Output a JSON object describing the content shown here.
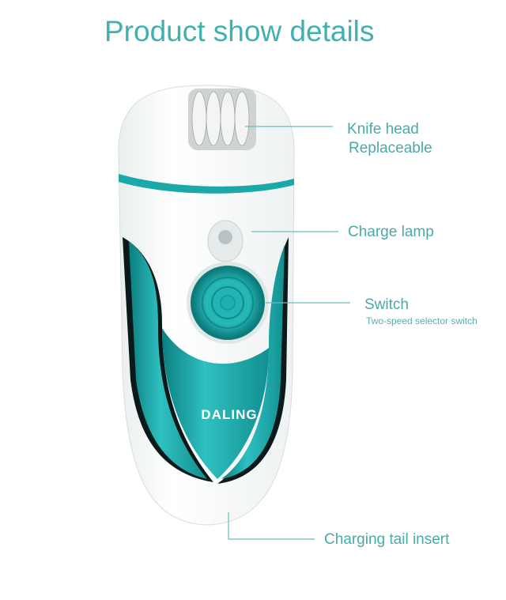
{
  "title": "Product show details",
  "brand_logo": "DALING",
  "callouts": {
    "knife_head": {
      "label": "Knife head",
      "sub": "Replaceable"
    },
    "charge_lamp": {
      "label": "Charge lamp"
    },
    "switch": {
      "label": "Switch",
      "sub": "Two-speed selector switch"
    },
    "charging_tail": {
      "label": "Charging tail insert"
    }
  },
  "colors": {
    "accent": "#3fb1b1",
    "device_teal": "#19a6a6"
  }
}
